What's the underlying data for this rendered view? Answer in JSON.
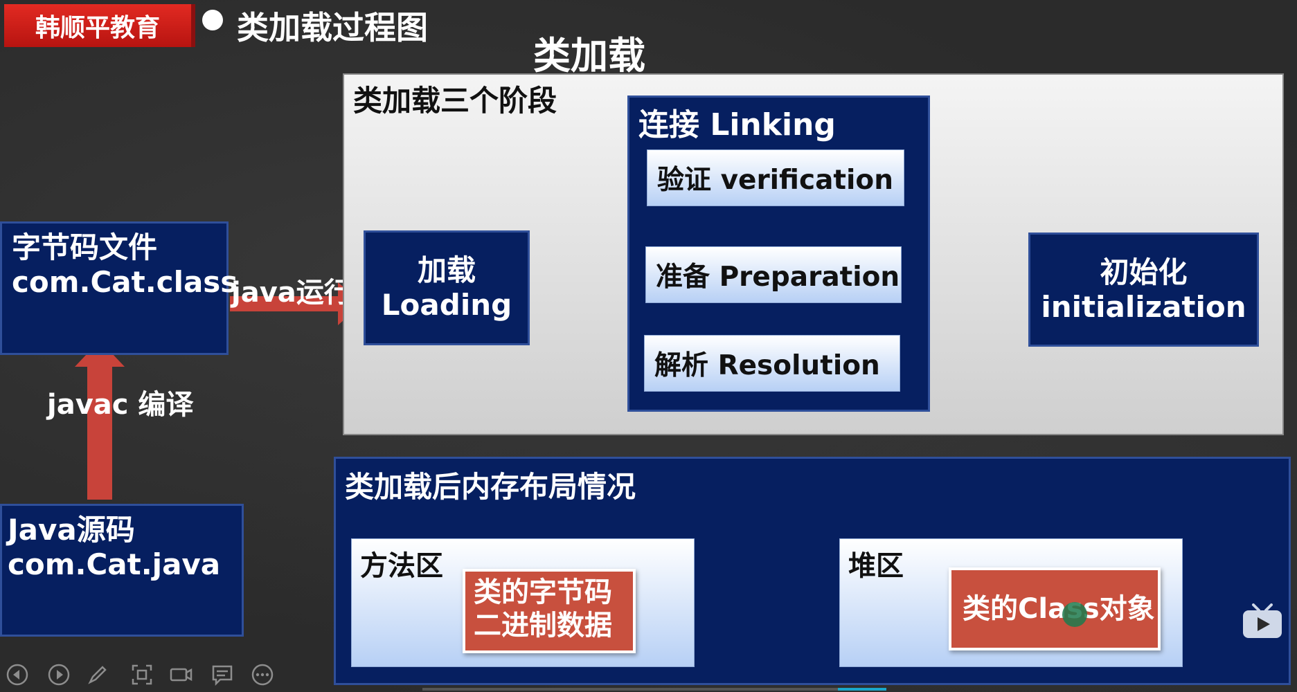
{
  "header": {
    "brand": "韩顺平教育",
    "slide_title": "类加载过程图"
  },
  "heading": "类加载",
  "bytecode_file": {
    "line1": "字节码文件",
    "line2": "com.Cat.class"
  },
  "source_file": {
    "line1": "Java源码",
    "line2": "com.Cat.java"
  },
  "arrows": {
    "run": "java运行",
    "compile": "javac 编译"
  },
  "stages": {
    "title": "类加载三个阶段",
    "loading": {
      "line1": "加载",
      "line2": "Loading"
    },
    "linking": {
      "title": "连接 Linking",
      "verification": "验证 verification",
      "preparation": "准备 Preparation",
      "resolution": "解析 Resolution"
    },
    "initialization": {
      "line1": "初始化",
      "line2": "initialization"
    }
  },
  "memory": {
    "title": "类加载后内存布局情况",
    "method_area": "方法区",
    "bytecode_data": {
      "line1": "类的字节码",
      "line2": "二进制数据"
    },
    "heap": "堆区",
    "class_object": "类的Class对象"
  },
  "colors": {
    "navy": "#061f60",
    "arrow_red": "#c8433a",
    "brand_red": "#d6201b"
  },
  "controls": [
    "prev-icon",
    "next-icon",
    "pen-icon",
    "screenshot-icon",
    "camera-icon",
    "comment-icon",
    "more-icon"
  ]
}
